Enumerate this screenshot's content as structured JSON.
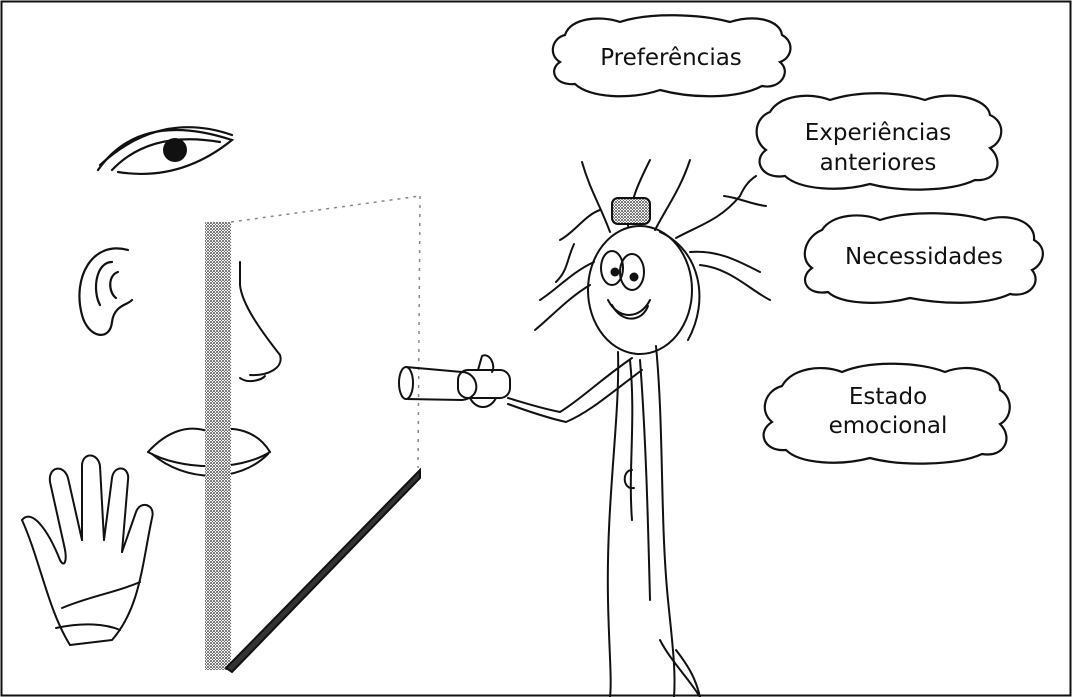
{
  "thought_clouds": [
    {
      "lines": [
        "Preferências"
      ]
    },
    {
      "lines": [
        "Experiências",
        "anteriores"
      ]
    },
    {
      "lines": [
        "Necessidades"
      ]
    },
    {
      "lines": [
        "Estado",
        "emocional"
      ]
    }
  ],
  "colors": {
    "ink": "#111111",
    "background": "#ffffff",
    "panel_shade": "#555555"
  },
  "icons": [
    "eye-icon",
    "ear-icon",
    "nose-icon",
    "mouth-icon",
    "hand-icon",
    "flashlight-icon",
    "character-head-icon"
  ]
}
